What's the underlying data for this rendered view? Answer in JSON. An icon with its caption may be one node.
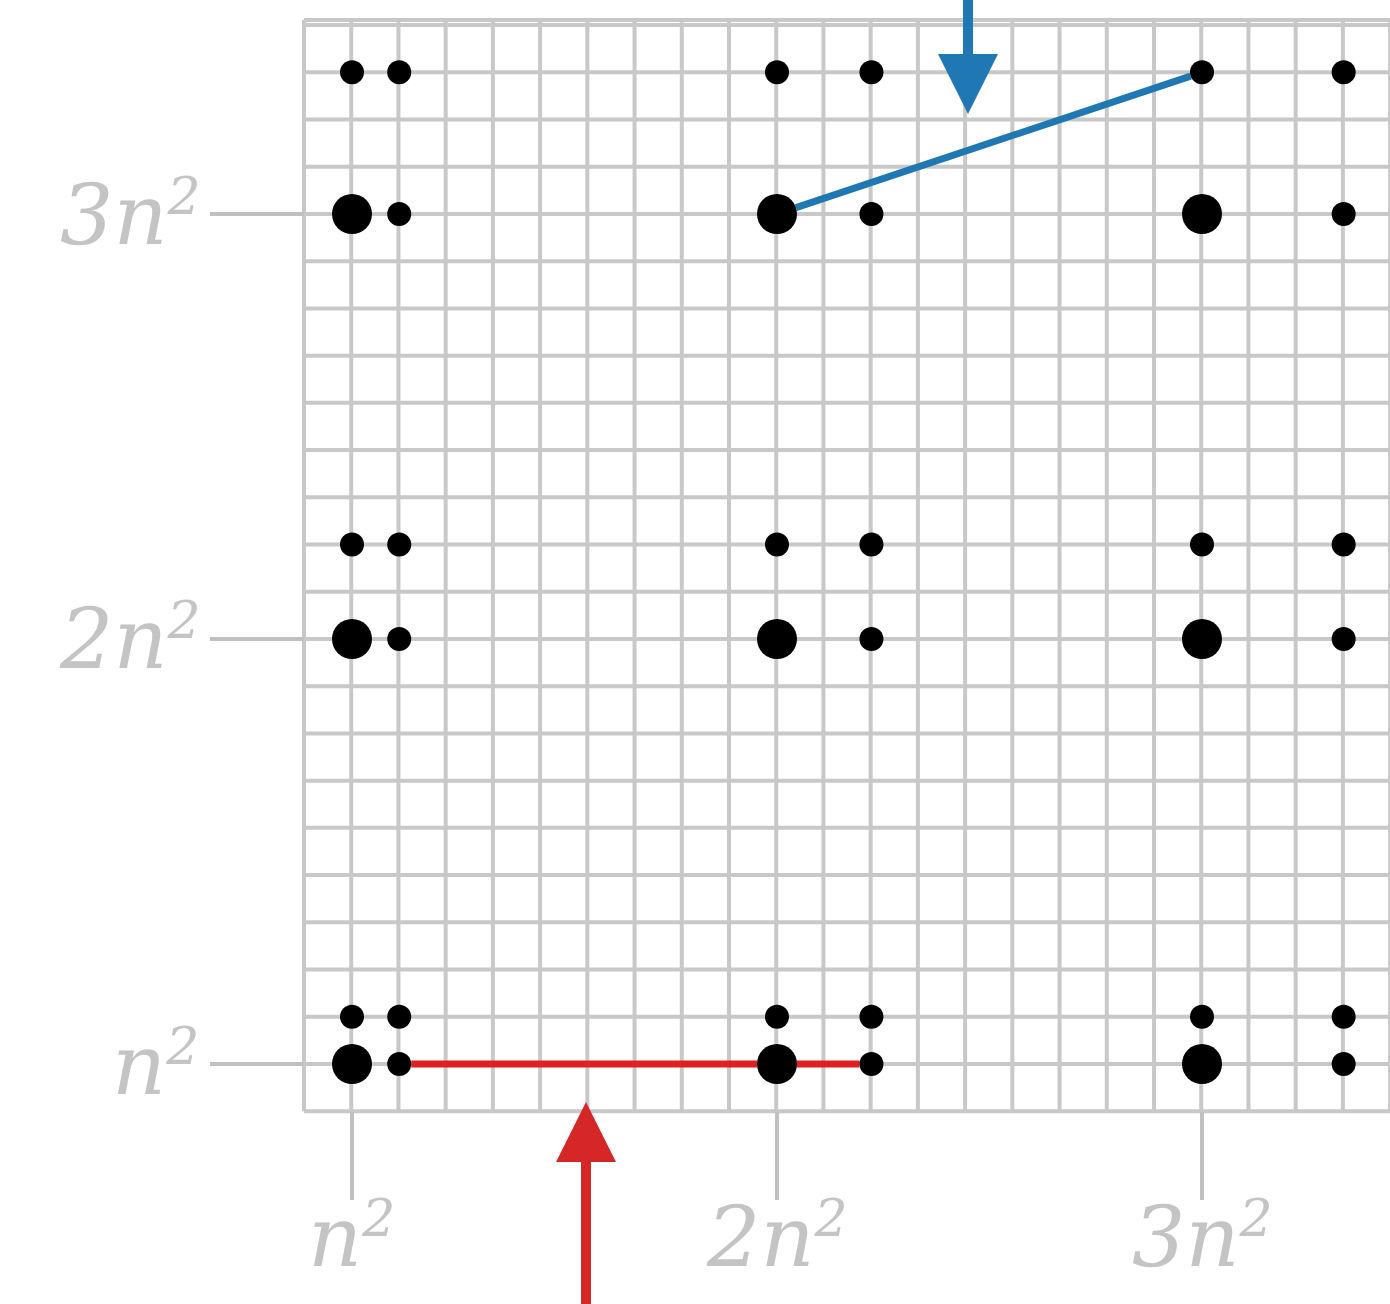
{
  "diagram": {
    "nodes": [
      {
        "text": [],
        "shape": "circle"
      },
      {
        "text": [],
        "shape": "circle"
      },
      {
        "text": [],
        "shape": "circle"
      },
      {
        "text": [],
        "shape": "circle"
      },
      {
        "text": [],
        "shape": "circle"
      },
      {
        "text": [],
        "shape": "circle"
      },
      {
        "text": [],
        "shape": "circle"
      },
      {
        "text": [],
        "shape": "circle"
      },
      {
        "text": [],
        "shape": "circle"
      },
      {
        "text": [],
        "shape": "circle"
      },
      {
        "text": [],
        "shape": "circle"
      },
      {
        "text": [],
        "shape": "circle"
      },
      {
        "text": [],
        "shape": "circle"
      },
      {
        "text": [],
        "shape": "circle"
      },
      {
        "text": [],
        "shape": "circle"
      },
      {
        "text": [],
        "shape": "circle"
      },
      {
        "text": [],
        "shape": "circle"
      },
      {
        "text": [],
        "shape": "circle"
      },
      {
        "text": [],
        "shape": "circle"
      },
      {
        "text": [],
        "shape": "circle"
      },
      {
        "text": [],
        "shape": "circle"
      },
      {
        "text": [],
        "shape": "circle"
      },
      {
        "text": [],
        "shape": "circle"
      },
      {
        "text": [],
        "shape": "circle"
      },
      {
        "text": [],
        "shape": "circle"
      },
      {
        "text": [],
        "shape": "circle"
      },
      {
        "text": [],
        "shape": "circle"
      },
      {
        "text": [],
        "shape": "circle"
      },
      {
        "text": [],
        "shape": "circle"
      },
      {
        "text": [],
        "shape": "circle"
      },
      {
        "text": [],
        "shape": "circle"
      },
      {
        "text": [],
        "shape": "circle"
      },
      {
        "text": [],
        "shape": "circle"
      },
      {
        "text": [],
        "shape": "circle"
      },
      {
        "text": [],
        "shape": "circle"
      },
      {
        "text": [],
        "shape": "circle"
      }
    ],
    "edges": [
      {
        "from": 8,
        "to": 4,
        "arrow": "none",
        "color": "#1f77b4"
      },
      {
        "from": 31,
        "to": 32,
        "arrow": "none",
        "color": "#e02020"
      },
      {
        "from": 32,
        "to": 33,
        "arrow": "none",
        "color": "#e02020"
      }
    ],
    "labels": [
      "3n$^{2}$",
      "2n$^{2}$",
      "n$^{2}$",
      "n$^{2}$",
      "2n$^{2}$",
      "3n$^{2}$"
    ]
  }
}
